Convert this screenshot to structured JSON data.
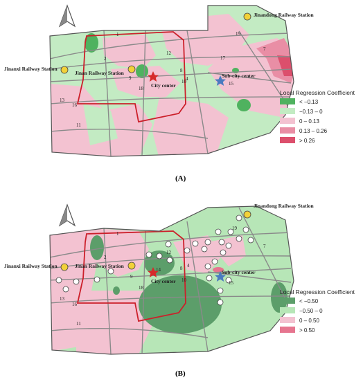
{
  "panel_a": {
    "caption": "(A)",
    "legend": {
      "title": "Local Regression Coefficient",
      "items": [
        {
          "label": "< −0.13",
          "color": "#4fb25f"
        },
        {
          "label": "−0.13 – 0",
          "color": "#c3ebc3"
        },
        {
          "label": "0 – 0.13",
          "color": "#f3c2d1"
        },
        {
          "label": "0.13 – 0.26",
          "color": "#e98ea5"
        },
        {
          "label": "> 0.26",
          "color": "#dc4f6c"
        }
      ]
    }
  },
  "panel_b": {
    "caption": "(B)",
    "legend": {
      "title": "Local Regression Coefficient",
      "items": [
        {
          "label": "< −0.50",
          "color": "#5c9e6a"
        },
        {
          "label": "−0.50 – 0",
          "color": "#b7e6b7"
        },
        {
          "label": "0 – 0.50",
          "color": "#f3c2d1"
        },
        {
          "label": "> 0.50",
          "color": "#e6758f"
        }
      ]
    }
  },
  "places": {
    "jinandong": "Jinandong Railway Station",
    "jinanxi": "Jinanxi Railway Station",
    "jinan": "Jinan Railway Station",
    "city_center": "City center",
    "sub_city_center": "Sub-city center"
  },
  "roads": [
    "1",
    "2",
    "4",
    "7",
    "8",
    "9",
    "10",
    "11",
    "12",
    "13",
    "14",
    "15",
    "16",
    "17",
    "18",
    "19"
  ],
  "colors": {
    "road": "#8a8a8a",
    "boundary": "#cc1f2a",
    "station": "#f2d138",
    "city_star": "#d62b2b",
    "sub_star": "#4a7bc0"
  }
}
